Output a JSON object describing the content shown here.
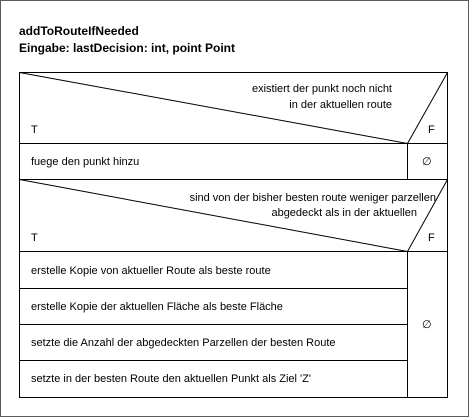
{
  "diagram": {
    "method_name": "addToRouteIfNeeded",
    "input_params": "Eingabe: lastDecision: int, point Point",
    "outer_if": {
      "condition_line1": "existiert der punkt noch nicht",
      "condition_line2": "in der aktuellen route",
      "true_label": "T",
      "false_label": "F",
      "then_statement": "fuege den punkt hinzu",
      "else_symbol": "∅"
    },
    "inner_if": {
      "condition_line1": "sind von der bisher besten route weniger parzellen",
      "condition_line2": "abgedeckt als in der aktuellen",
      "true_label": "T",
      "false_label": "F",
      "then_statements": [
        "erstelle Kopie von aktueller Route als beste route",
        "erstelle Kopie der aktuellen Fläche als beste Fläche",
        "setzte die Anzahl der abgedeckten Parzellen der besten Route",
        "setzte in der besten Route den aktuellen Punkt als Ziel 'Z'"
      ],
      "else_symbol": "∅"
    }
  }
}
